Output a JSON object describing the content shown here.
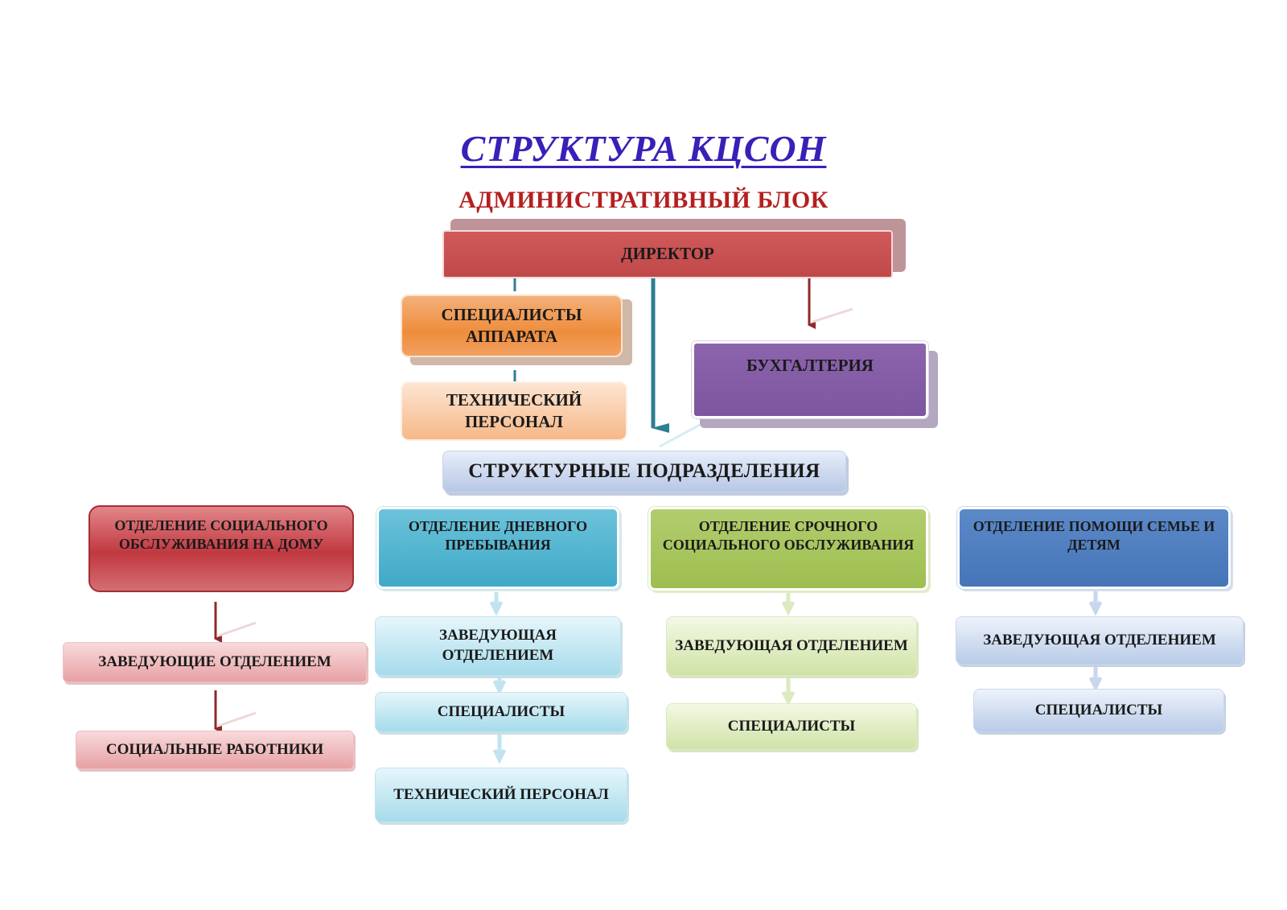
{
  "title": "СТРУКТУРА КЦСОН",
  "admin_block_label": "АДМИНИСТРАТИВНЫЙ БЛОК",
  "director": "ДИРЕКТОР",
  "apparatus_specialists": "СПЕЦИАЛИСТЫ АППАРАТА",
  "technical_staff_admin": "ТЕХНИЧЕСКИЙ ПЕРСОНАЛ",
  "accounting": "БУХГАЛТЕРИЯ",
  "structural_units": "СТРУКТУРНЫЕ ПОДРАЗДЕЛЕНИЯ",
  "departments": {
    "home_service": {
      "name": "ОТДЕЛЕНИЕ СОЦИАЛЬНОГО ОБСЛУЖИВАНИЯ НА ДОМУ",
      "head": "ЗАВЕДУЮЩИЕ ОТДЕЛЕНИЕМ",
      "workers": "СОЦИАЛЬНЫЕ РАБОТНИКИ"
    },
    "day_stay": {
      "name": "ОТДЕЛЕНИЕ ДНЕВНОГО ПРЕБЫВАНИЯ",
      "head": "ЗАВЕДУЮЩАЯ ОТДЕЛЕНИЕМ",
      "specialists": "СПЕЦИАЛИСТЫ",
      "technical": "ТЕХНИЧЕСКИЙ ПЕРСОНАЛ"
    },
    "urgent_service": {
      "name": "ОТДЕЛЕНИЕ СРОЧНОГО СОЦИАЛЬНОГО ОБСЛУЖИВАНИЯ",
      "head": "ЗАВЕДУЮЩАЯ ОТДЕЛЕНИЕМ",
      "specialists": "СПЕЦИАЛИСТЫ"
    },
    "family_help": {
      "name": "ОТДЕЛЕНИЕ ПОМОЩИ СЕМЬЕ И ДЕТЯМ",
      "head": "ЗАВЕДУЮЩАЯ ОТДЕЛЕНИЕМ",
      "specialists": "СПЕЦИАЛИСТЫ"
    }
  },
  "colors": {
    "title": "#3a1fb8",
    "admin_label": "#b51f1f",
    "director": "#c04848",
    "accounting": "#7d56a0",
    "home_service": "#c0383f",
    "day_stay": "#3fa9c8",
    "urgent_service": "#9ebe4f",
    "family_help": "#4675b8"
  }
}
